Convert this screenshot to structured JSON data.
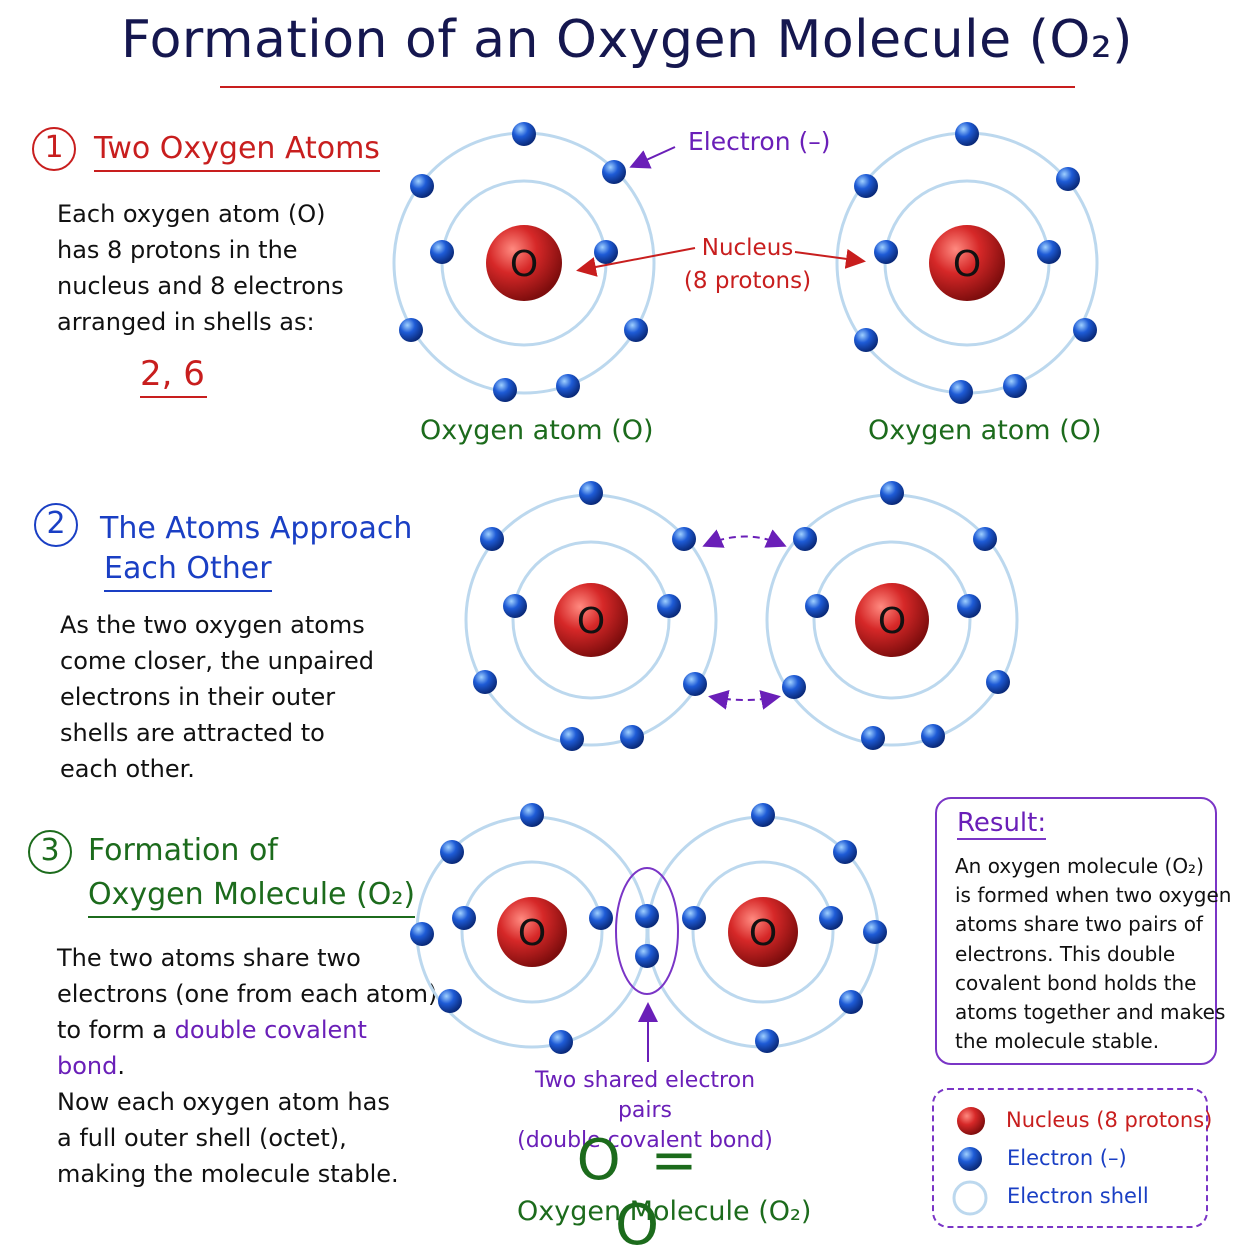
{
  "title": "Formation of an Oxygen Molecule (O₂)",
  "colors": {
    "heading": "#15174f",
    "red": "#c81e1e",
    "blue": "#1a3fc4",
    "green": "#1c6b1c",
    "purple": "#6a1fb8",
    "electron": "#1e5bd6",
    "nucleus": "#c81e1e",
    "shell": "#bcd8ee"
  },
  "step1": {
    "number": "1",
    "heading": "Two Oxygen Atoms",
    "text": [
      "Each oxygen atom (O)",
      "has 8 protons in the",
      "nucleus and 8 electrons",
      "arranged in shells as:"
    ],
    "config": "2, 6"
  },
  "step2": {
    "number": "2",
    "heading_line1": "The Atoms Approach",
    "heading_line2": "Each Other",
    "text": [
      "As the two oxygen atoms",
      "come closer, the unpaired",
      "electrons in their outer",
      "shells are attracted to",
      "each other."
    ]
  },
  "step3": {
    "number": "3",
    "heading_line1": "Formation of",
    "heading_line2": "Oxygen Molecule (O₂)",
    "text_a": [
      "The two atoms share two",
      "electrons (one from each atom)"
    ],
    "text_b_prefix": "to form a",
    "text_b_highlight": "double covalent",
    "text_c_highlight": "bond",
    "text_c_suffix": ".",
    "text_d": [
      "Now each oxygen atom has",
      "a full outer shell (octet),",
      "making the molecule stable."
    ]
  },
  "labels": {
    "electron": "Electron (–)",
    "nucleus_line1": "Nucleus",
    "nucleus_line2": "(8 protons)",
    "atom_caption": "Oxygen atom (O)",
    "nucleus_symbol": "O",
    "shared_line1": "Two shared electron pairs",
    "shared_line2": "(double covalent bond)",
    "formula": "O = O",
    "molecule_caption": "Oxygen Molecule (O₂)"
  },
  "result": {
    "title": "Result:",
    "text": [
      "An oxygen molecule (O₂)",
      "is formed when two oxygen",
      "atoms share two pairs of",
      "electrons. This double",
      "covalent bond holds the",
      "atoms together and makes",
      "the molecule stable."
    ]
  },
  "legend": {
    "nucleus": "Nucleus (8 protons)",
    "electron": "Electron (–)",
    "shell": "Electron shell"
  }
}
